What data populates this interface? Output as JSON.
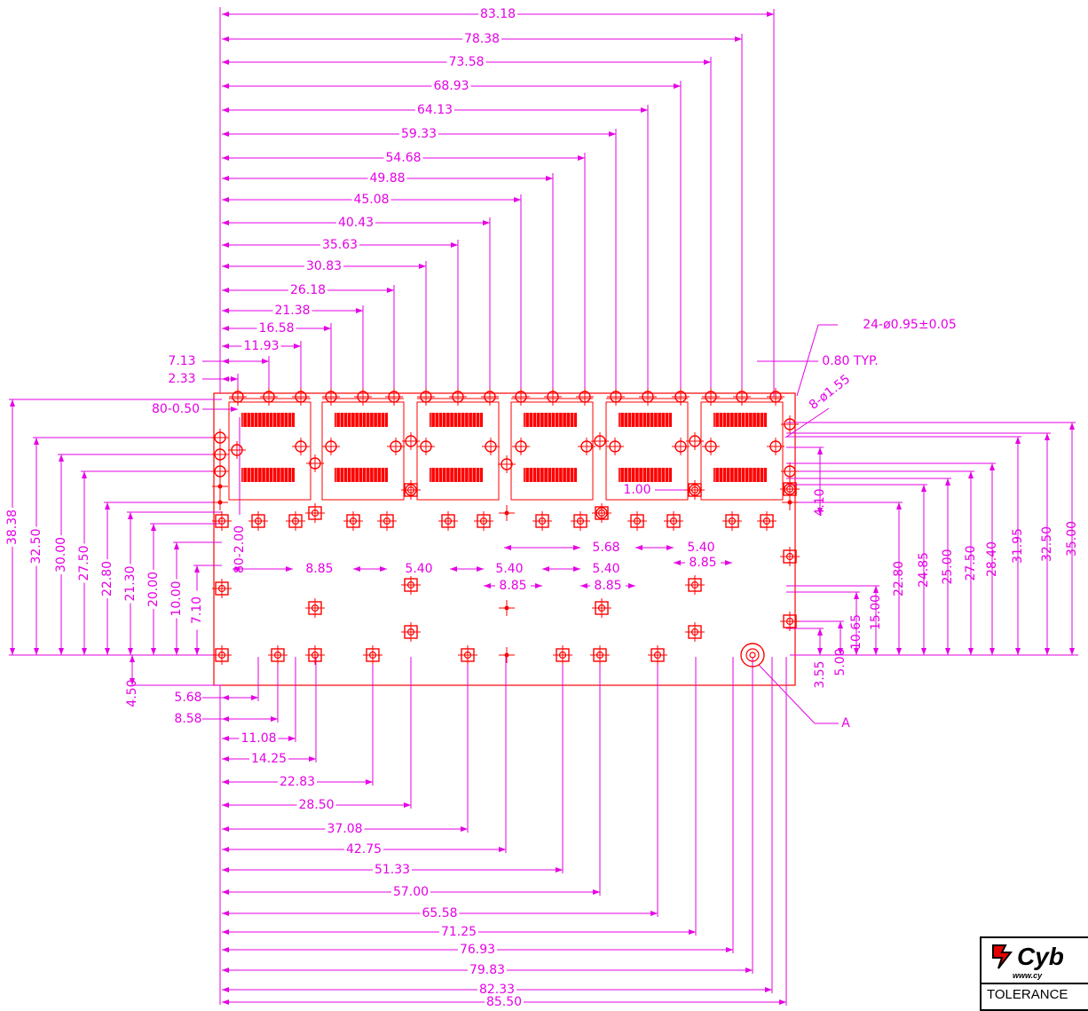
{
  "colors": {
    "dimension": "#e600e6",
    "outline": "#ff0000"
  },
  "top_dims": [
    "83.18",
    "78.38",
    "73.58",
    "68.93",
    "64.13",
    "59.33",
    "54.68",
    "49.88",
    "45.08",
    "40.43",
    "35.63",
    "30.83",
    "26.18",
    "21.38",
    "16.58",
    "11.93",
    "7.13",
    "2.33"
  ],
  "bottom_dims": [
    "5.68",
    "8.58",
    "11.08",
    "14.25",
    "22.83",
    "28.50",
    "37.08",
    "42.75",
    "51.33",
    "57.00",
    "65.58",
    "71.25",
    "76.93",
    "79.83",
    "82.33",
    "85.50"
  ],
  "left_dims": [
    "38.38",
    "32.50",
    "30.00",
    "27.50",
    "22.80",
    "21.30",
    "20.00",
    "10.00",
    "7.10",
    "4.50"
  ],
  "right_dims": [
    "35.00",
    "32.50",
    "31.95",
    "28.40",
    "27.50",
    "25.00",
    "24.85",
    "22.80",
    "15.00",
    "10.65",
    "5.00",
    "3.55",
    "4.10"
  ],
  "spacing_dims": [
    "8.85",
    "5.40",
    "5.40",
    "8.85",
    "5.68",
    "5.40",
    "8.85",
    "5.40",
    "8.85",
    "5.40",
    "8.85",
    "8.85"
  ],
  "notes": {
    "hole_count": "24-ø0.95±0.05",
    "pitch": "0.80 TYP.",
    "mount_holes": "8-ø1.55",
    "slot_a": "80-0.50",
    "slot_b": "80-2.00",
    "gap": "1.00",
    "datum": "A"
  },
  "logo": {
    "word": "Cyb",
    "web": "www.cy",
    "tolerance": "TOLERANCE"
  }
}
